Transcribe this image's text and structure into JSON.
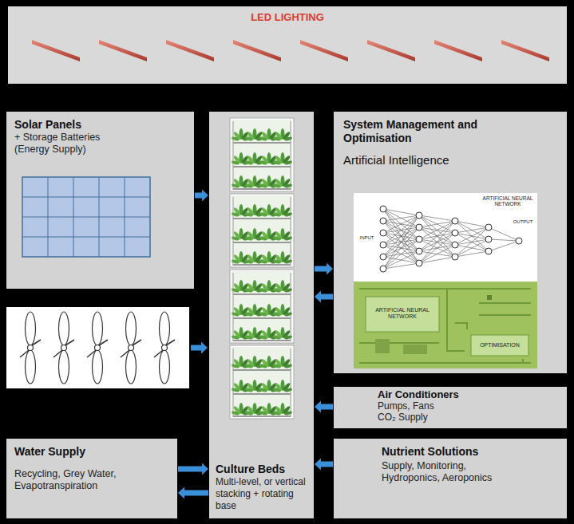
{
  "diagram": {
    "nodes": [
      {
        "text": [
          "LED LIGHTING"
        ]
      },
      {
        "text": [
          "Solar Panels",
          "+ Storage Batteries (Energy Supply)"
        ]
      },
      {
        "text": [
          "Culture Beds",
          "Multi-level, or vertical stacking + rotating base"
        ]
      },
      {
        "text": [
          "System Management and Optimisation",
          "Artificial Intelligence"
        ]
      },
      {
        "text": [
          "Air Conditioners",
          "Pumps, Fans CO₂ Supply"
        ]
      },
      {
        "text": [
          "Water Supply",
          "Recycling, Grey Water, Evapotranspiration"
        ]
      },
      {
        "text": [
          "Nutrient Solutions",
          "Supply, Monitoring, Hydroponics, Aeroponics"
        ]
      }
    ],
    "edges": [
      {
        "from": 1,
        "to": 2,
        "arrow": "to"
      },
      {
        "from": 2,
        "to": 3,
        "arrow": "to"
      },
      {
        "from": 3,
        "to": 2,
        "arrow": "to"
      },
      {
        "from": 4,
        "to": 2,
        "arrow": "to"
      },
      {
        "from": 5,
        "to": 2,
        "arrow": "to"
      },
      {
        "from": 2,
        "to": 5,
        "arrow": "to"
      },
      {
        "from": 6,
        "to": 2,
        "arrow": "to"
      }
    ],
    "labels": [
      "ARTIFICIAL NEURAL NETWORK",
      "INPUT",
      "OUTPUT",
      "ARTIFICIAL NEURAL NETWORK",
      "OPTIMISATION"
    ]
  }
}
